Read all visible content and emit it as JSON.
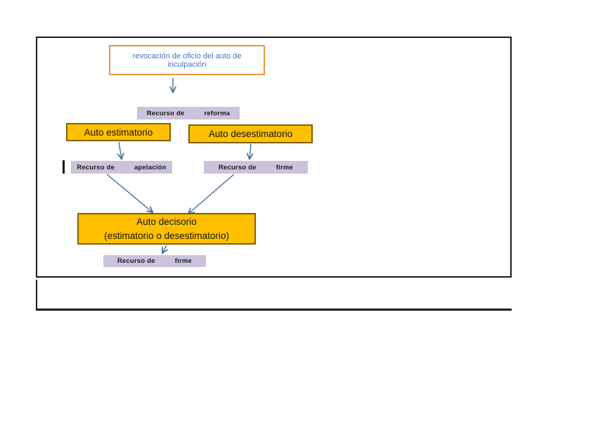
{
  "colors": {
    "gold_fill": "#ffc000",
    "gold_border": "#7f6000",
    "lavender_fill": "#cbc2db",
    "orange_border": "#e8973c",
    "blue_text": "#4472c4",
    "arrow": "#41719c",
    "frame_border": "#1b1b1b"
  },
  "diagram": {
    "top_box": {
      "label": "revocación de oficio del auto de inculpación"
    },
    "reforma": {
      "left": "Recurso de",
      "right": "reforma"
    },
    "estimatorio": {
      "label": "Auto estimatorio"
    },
    "desestimatorio": {
      "label": "Auto desestimatorio"
    },
    "apelacion": {
      "left": "Recurso de",
      "right": "apelación"
    },
    "firme_upper": {
      "left": "Recurso de",
      "right": "firme"
    },
    "decisorio": {
      "line1": "Auto decisorio",
      "line2": "(estimatorio o desestimatorio)"
    },
    "firme_lower": {
      "left": "Recurso de",
      "right": "firme"
    },
    "edges": [
      {
        "from": "top_box",
        "to": "reforma"
      },
      {
        "from": "estimatorio",
        "to": "apelacion"
      },
      {
        "from": "desestimatorio",
        "to": "firme_upper"
      },
      {
        "from": "apelacion",
        "to": "decisorio"
      },
      {
        "from": "firme_upper",
        "to": "decisorio"
      },
      {
        "from": "decisorio",
        "to": "firme_lower"
      }
    ]
  }
}
